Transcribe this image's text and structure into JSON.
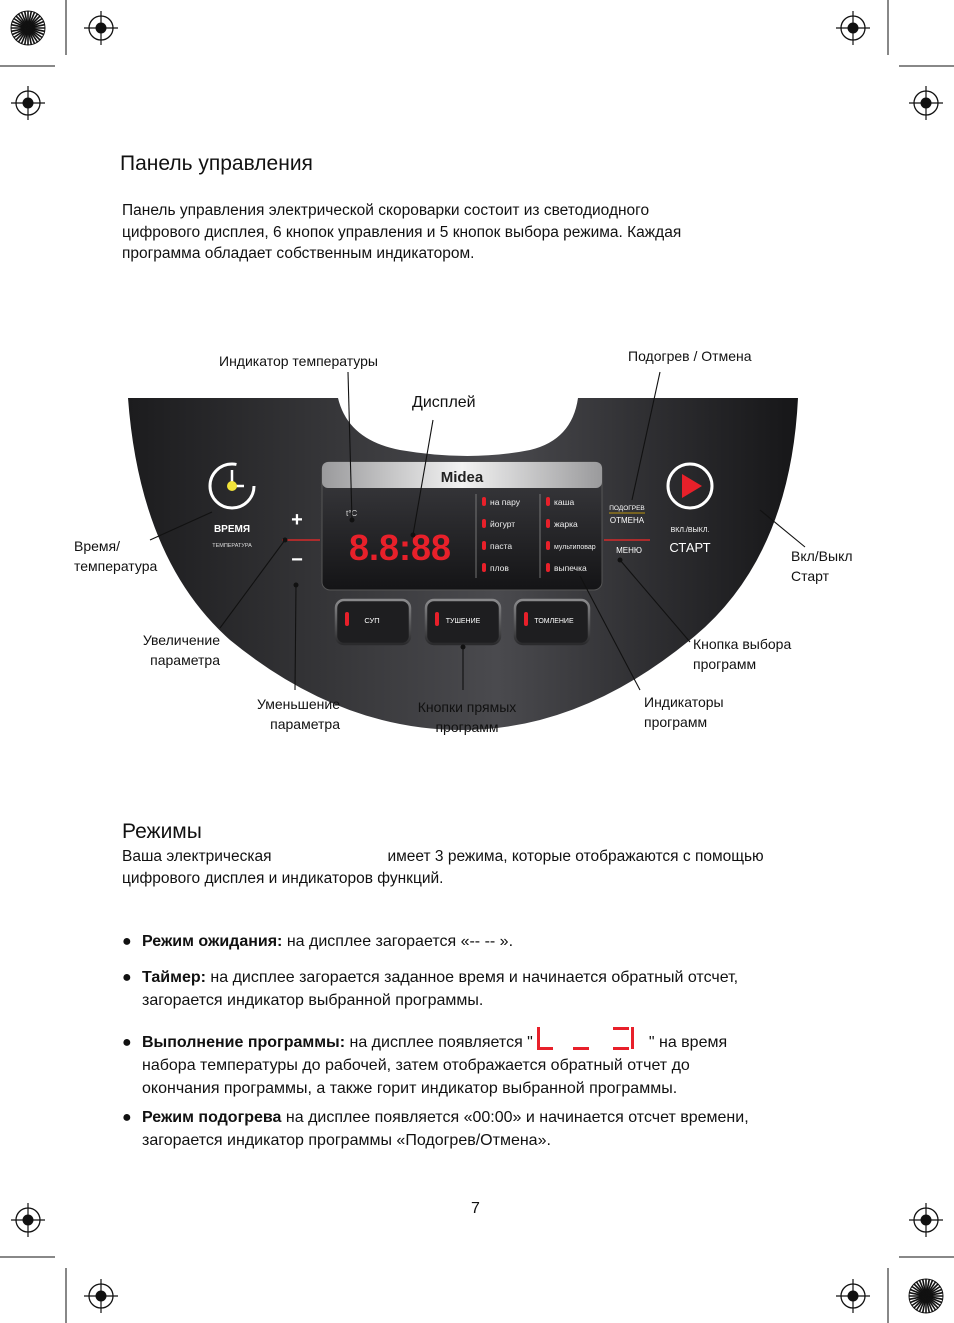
{
  "section1": {
    "title": "Панель управления",
    "intro": [
      "Панель управления электрической скороварки состоит из светодиодного",
      "цифрового дисплея, 6 кнопок управления и 5 кнопок выбора режима. Каждая",
      "программа обладает собственным индикатором."
    ]
  },
  "callouts": {
    "temp_indicator": "Индикатор  температуры",
    "display": "Дисплей",
    "keepwarm_cancel": "Подогрев / Отмена",
    "time_temp": [
      "Время/",
      "температура"
    ],
    "onoff_start": [
      "Вкл/Выкл",
      "Старт"
    ],
    "increase": [
      "Увеличение",
      "параметра"
    ],
    "decrease": [
      "Уменьшение",
      "параметра"
    ],
    "direct_programs": [
      "Кнопки прямых",
      "программ"
    ],
    "program_indicators": [
      "Индикаторы",
      "программ"
    ],
    "program_select": [
      "Кнопка выбора",
      "программ"
    ]
  },
  "panel": {
    "brand": "Midea",
    "time_button": "ВРЕМЯ",
    "time_sub": "ТЕМПЕРАТУРА",
    "plus": "+",
    "minus": "−",
    "temp_mark": "t°C",
    "display_digits": "8.8:88",
    "programs_left": [
      "на пару",
      "йогурт",
      "паста",
      "плов"
    ],
    "programs_right": [
      "каша",
      "жарка",
      "мультиповар",
      "выпечка"
    ],
    "keepwarm_top": "ПОДОГРЕВ",
    "keepwarm_bottom": "ОТМЕНА",
    "menu": "МЕНЮ",
    "onoff_small": "ВКЛ./ВЫКЛ.",
    "start": "СТАРТ",
    "direct_buttons": [
      "СУП",
      "ТУШЕНИЕ",
      "ТОМЛЕНИЕ"
    ]
  },
  "section2": {
    "title": "Режимы",
    "intro_a": "Ваша электрическая",
    "intro_b": "имеет 3 режима, которые отображаются с помощью",
    "intro_2": "цифрового дисплея и индикаторов функций."
  },
  "modes": [
    {
      "bullet": "●",
      "name": "Режим ожидания:",
      "text": " на дисплее загорается «-- -- »."
    },
    {
      "bullet": "●",
      "name": "Таймер:",
      "text": " на дисплее загорается заданное время и начинается обратный отсчет,",
      "text2": "загорается индикатор выбранной программы."
    },
    {
      "bullet": "●",
      "name": "Выполнение программы:",
      "text": " на дисплее появляется \"",
      "text_after": "\" на время",
      "text2": "набора температуры до рабочей, затем отображается обратный отчет до",
      "text3": "окончания программы, а также горит индикатор выбранной программы."
    },
    {
      "bullet": "●",
      "name": "Режим подогрева",
      "text": " на дисплее появляется «00:00» и начинается отсчет времени,",
      "text2": "загорается индикатор программы «Подогрев/Отмена»."
    }
  ],
  "page_number": "7",
  "colors": {
    "led_red": "#e8202a",
    "panel_dark": "#2a2a2c",
    "accent_red": "#d42a2a"
  }
}
